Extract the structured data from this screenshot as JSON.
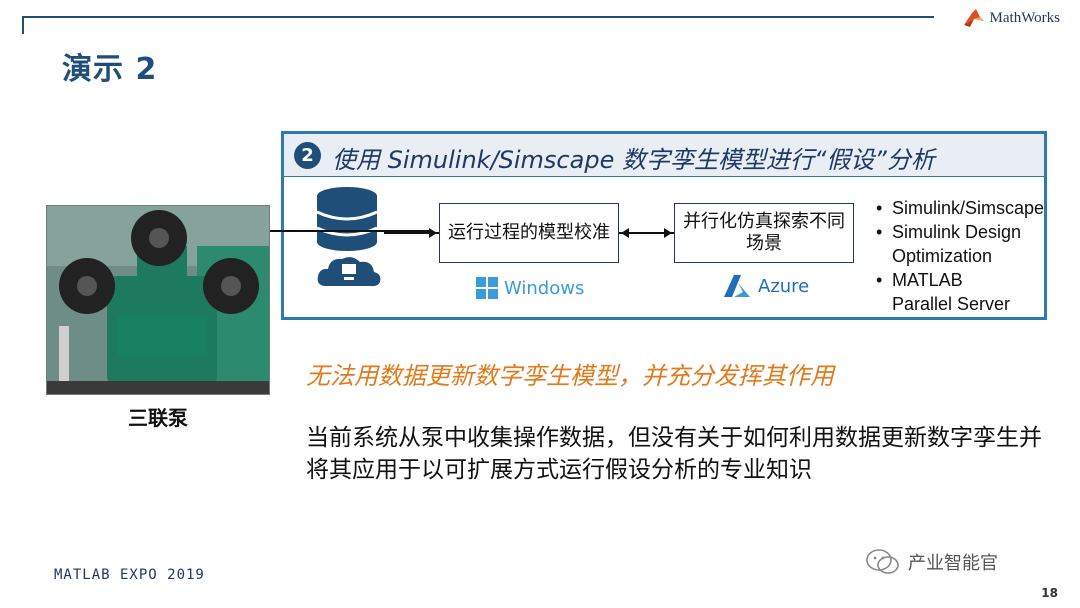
{
  "brand": {
    "logo_text": "MathWorks",
    "logo_mark": "membrane-logo-icon"
  },
  "slide": {
    "title": "演示 2",
    "page_number": "18",
    "footer": "MATLAB EXPO 2019"
  },
  "panel": {
    "step": "2",
    "title": "使用 Simulink/Simscape 数字孪生模型进行“假设”分析",
    "box1": "运行过程的模型校准",
    "box2": "并行化仿真探索不同场景",
    "windows_label": "Windows",
    "azure_label": "Azure",
    "bullets": [
      "Simulink/Simscape",
      "Simulink Design Optimization",
      "MATLAB Parallel Server"
    ]
  },
  "photo_caption": "三联泵",
  "highlight": "无法用数据更新数字孪生模型，并充分发挥其作用",
  "description": "当前系统从泵中收集操作数据，但没有关于如何利用数据更新数字孪生并将其应用于以可扩展方式运行假设分析的专业知识",
  "watermark": "产业智能官",
  "colors": {
    "primary": "#1f4e79",
    "accent_orange": "#e07b1d",
    "border_blue": "#2f78b4",
    "windows_blue": "#3a9bd8",
    "azure_blue": "#1f6fb8"
  }
}
